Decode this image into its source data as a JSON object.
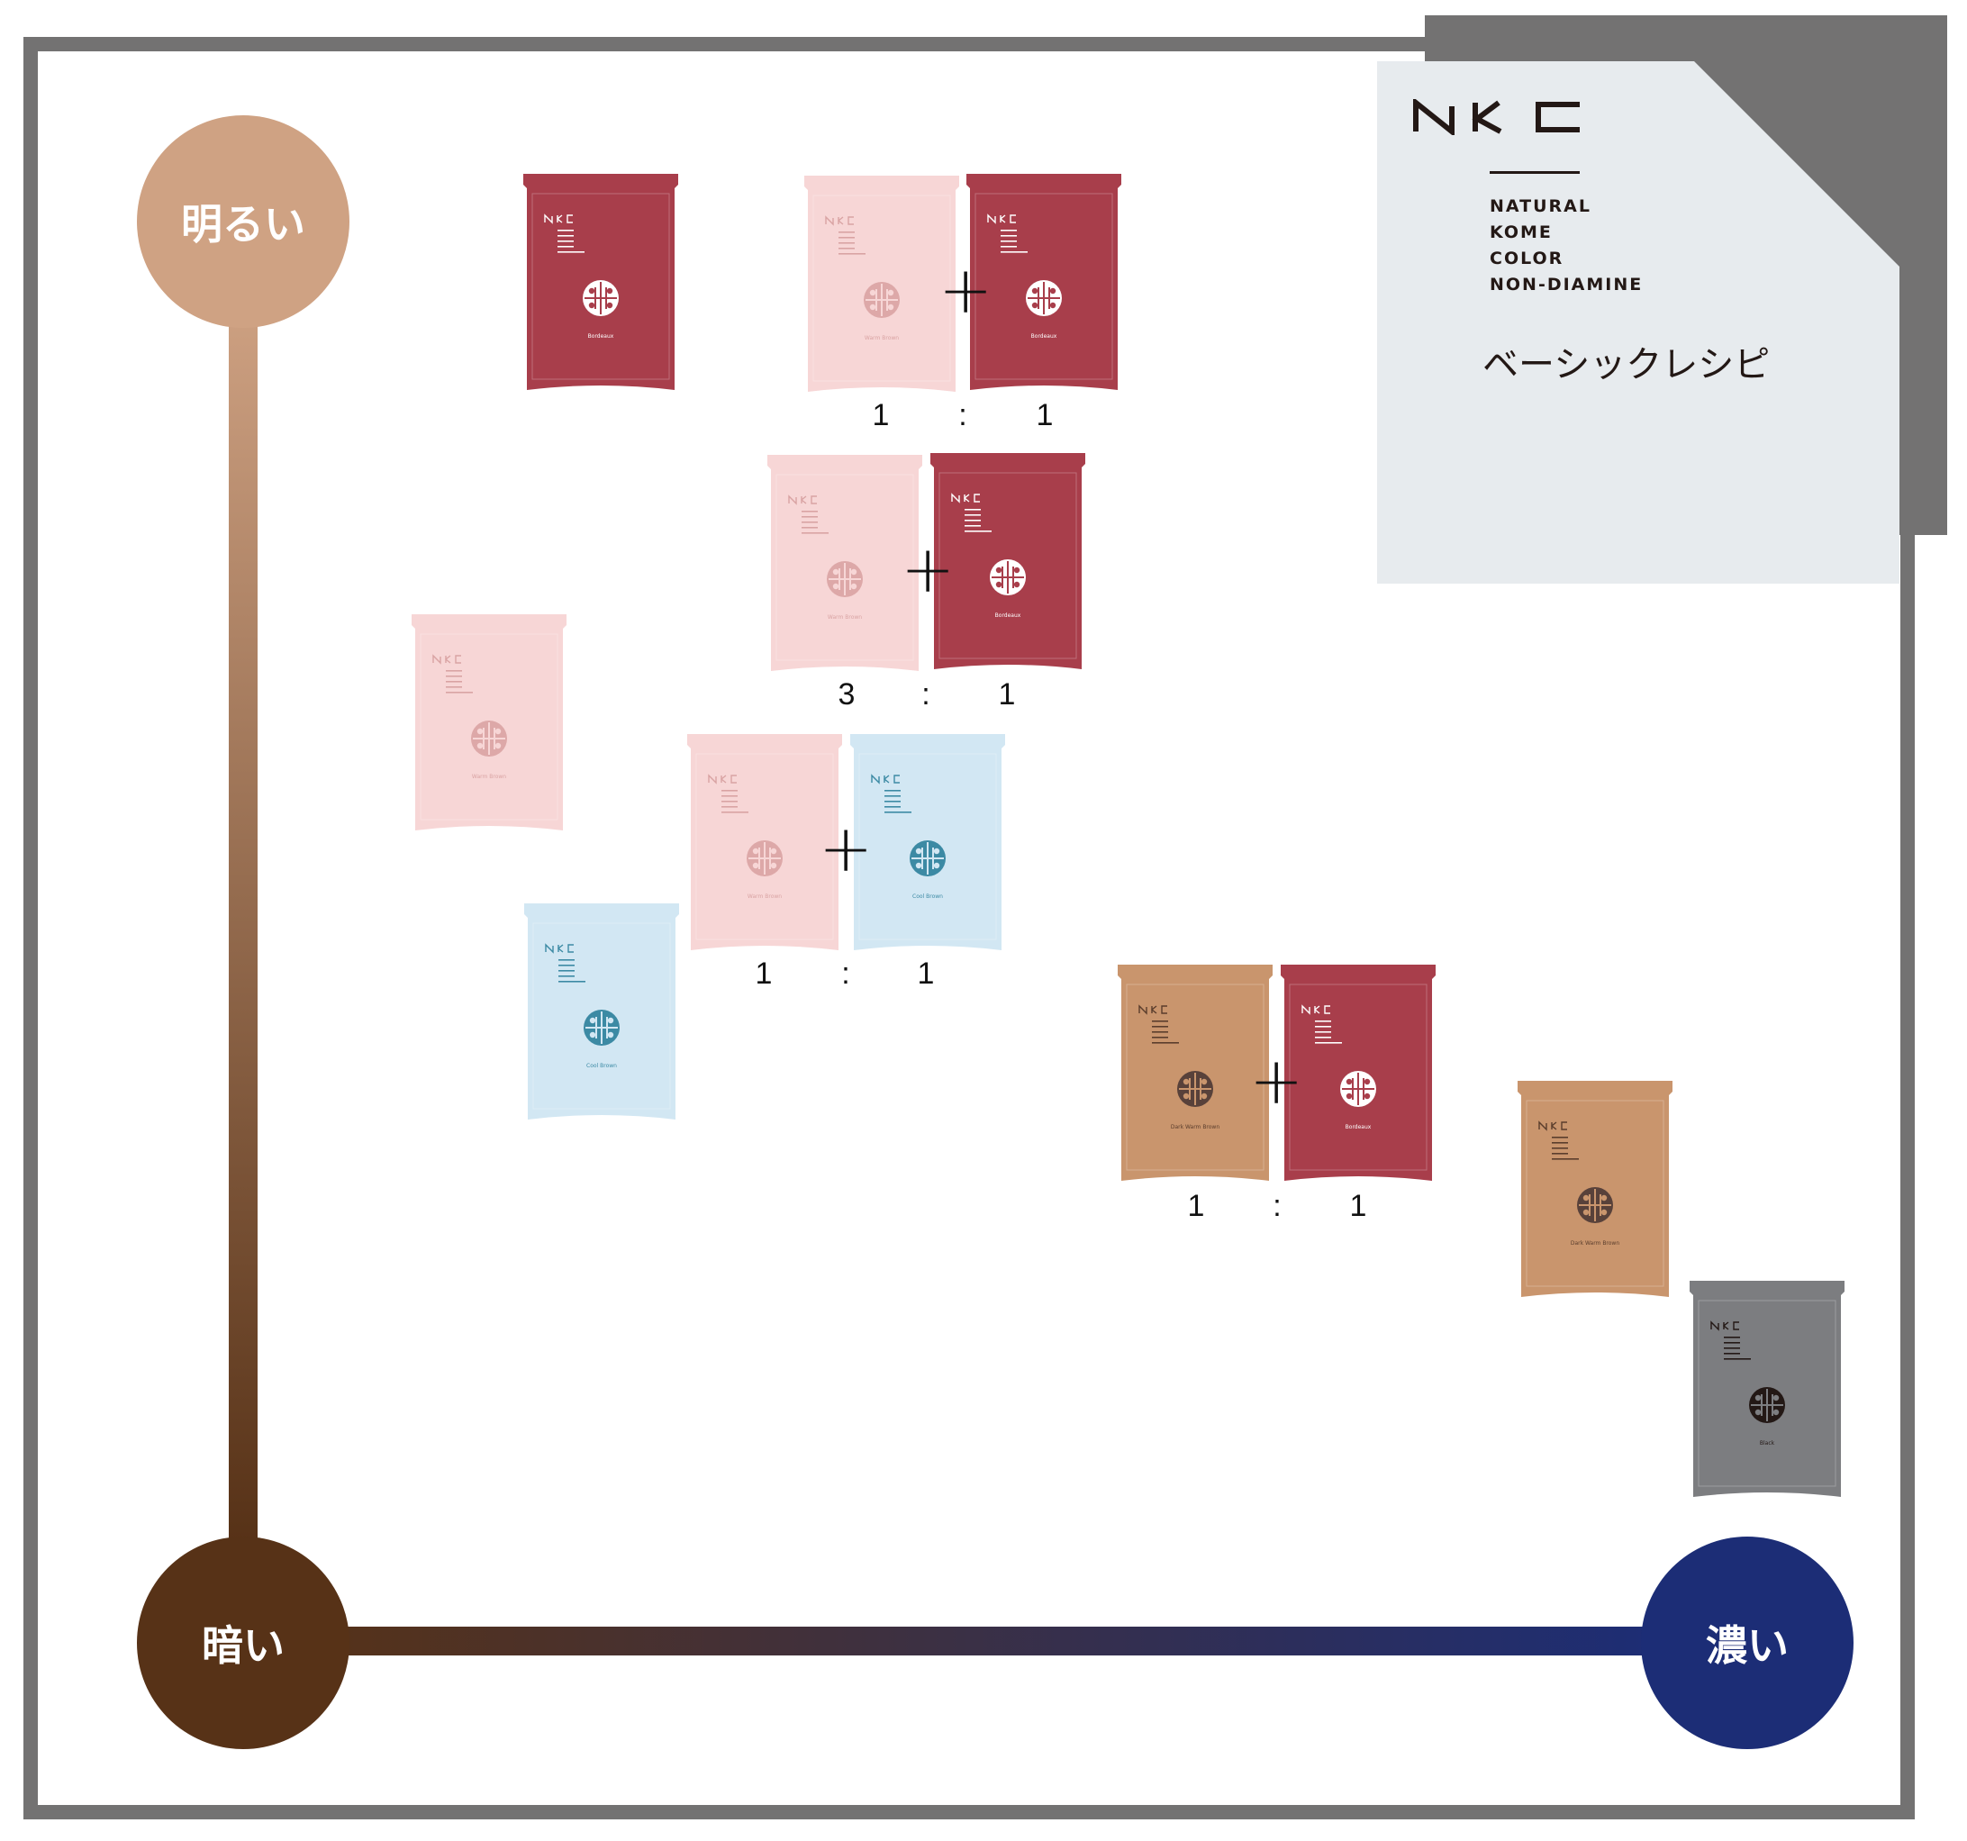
{
  "brand": {
    "logo_text": "NKC",
    "lines": [
      "NATURAL",
      "KOME",
      "COLOR",
      "NON-DIAMINE"
    ],
    "title": "ベーシックレシピ"
  },
  "axes": {
    "bright_label": "明るい",
    "dark_label": "暗い",
    "deep_label": "濃い",
    "colors": {
      "bright": "#cfa283",
      "dark": "#573217",
      "deep": "#1c2d76"
    }
  },
  "shades": {
    "bordeaux": {
      "name": "Bordeaux",
      "bg": "#a83e4b",
      "icon_bg": "#ffffff",
      "icon_fg": "#a83e4b",
      "text": "#ffffff"
    },
    "warm_brown": {
      "name": "Warm Brown",
      "bg": "#f7d6d6",
      "icon_bg": "#dda8a8",
      "icon_fg": "#f7d6d6",
      "text": "#d9a3a3"
    },
    "cool_brown": {
      "name": "Cool Brown",
      "bg": "#d2e7f3",
      "icon_bg": "#3c8aa4",
      "icon_fg": "#d2e7f3",
      "text": "#3c8aa4"
    },
    "dark_warm_brown": {
      "name": "Dark Warm Brown",
      "bg": "#c9956d",
      "icon_bg": "#58413a",
      "icon_fg": "#c9956d",
      "text": "#5a3d2c"
    },
    "black": {
      "name": "Black",
      "bg": "#7c7d80",
      "icon_bg": "#231815",
      "icon_fg": "#7c7d80",
      "text": "#231815"
    }
  },
  "recipes": [
    {
      "ratio": [
        "1",
        "1"
      ]
    },
    {
      "ratio": [
        "3",
        "1"
      ]
    },
    {
      "ratio": [
        "1",
        "1"
      ]
    },
    {
      "ratio": [
        "1",
        "1"
      ]
    }
  ],
  "ratio_separator": ":"
}
